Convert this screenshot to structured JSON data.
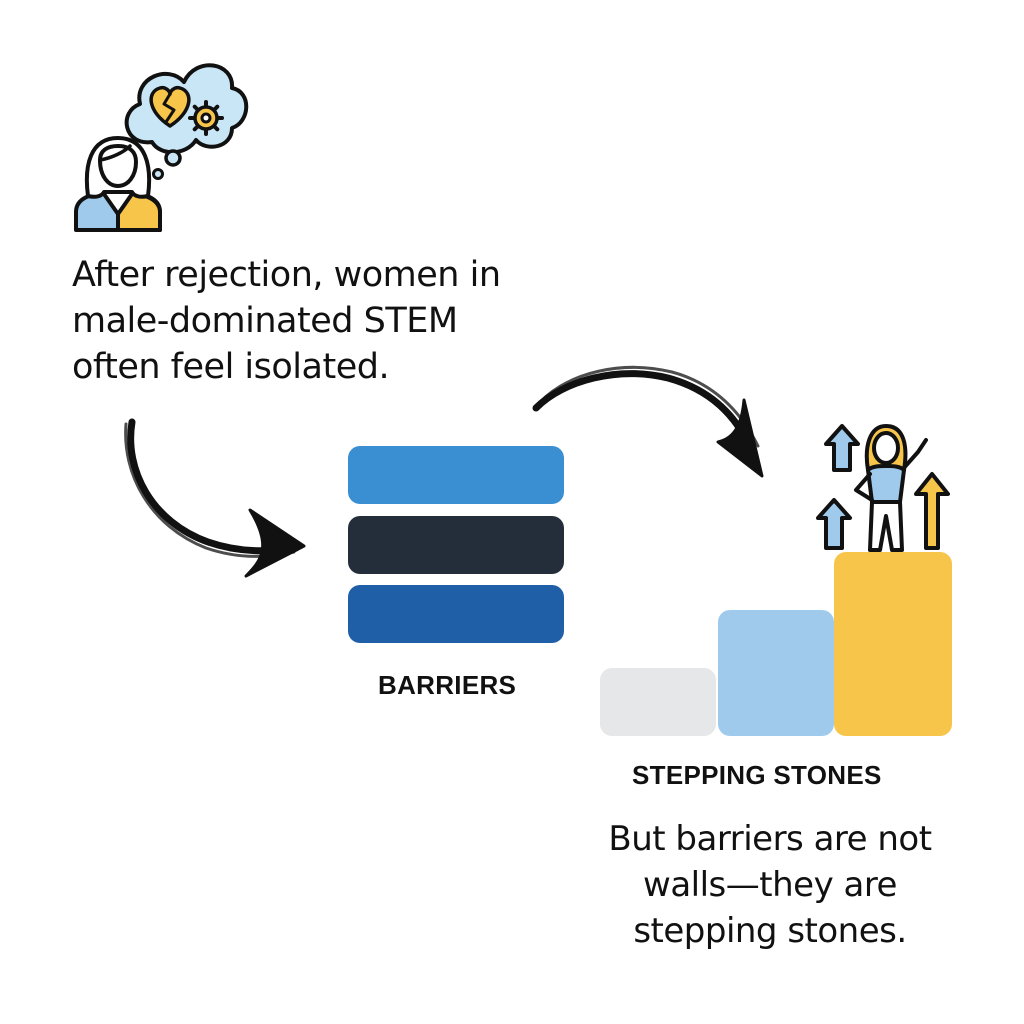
{
  "intro": {
    "lines": [
      "After rejection, women in",
      "male-dominated STEM",
      "often feel isolated."
    ]
  },
  "barriers": {
    "label": "BARRIERS",
    "colors": [
      "#3a8fd2",
      "#242d3a",
      "#1f5fa8"
    ]
  },
  "stepping_stones": {
    "label": "STEPPING STONES",
    "colors": [
      "#e5e7e9",
      "#9fcaec",
      "#f6c54a"
    ]
  },
  "outro": {
    "lines": [
      "But barriers are not",
      "walls—they are",
      "stepping stones."
    ]
  },
  "icons": {
    "person": "thinking-woman-icon",
    "thought": "thought-bubble-icon",
    "heart": "broken-heart-icon",
    "gear": "gear-icon",
    "climber": "triumphant-woman-icon",
    "arrows": "up-arrow-icon"
  },
  "palette": {
    "ink": "#111111",
    "light_blue": "#b9dcf3",
    "yellow": "#f6c54a"
  }
}
